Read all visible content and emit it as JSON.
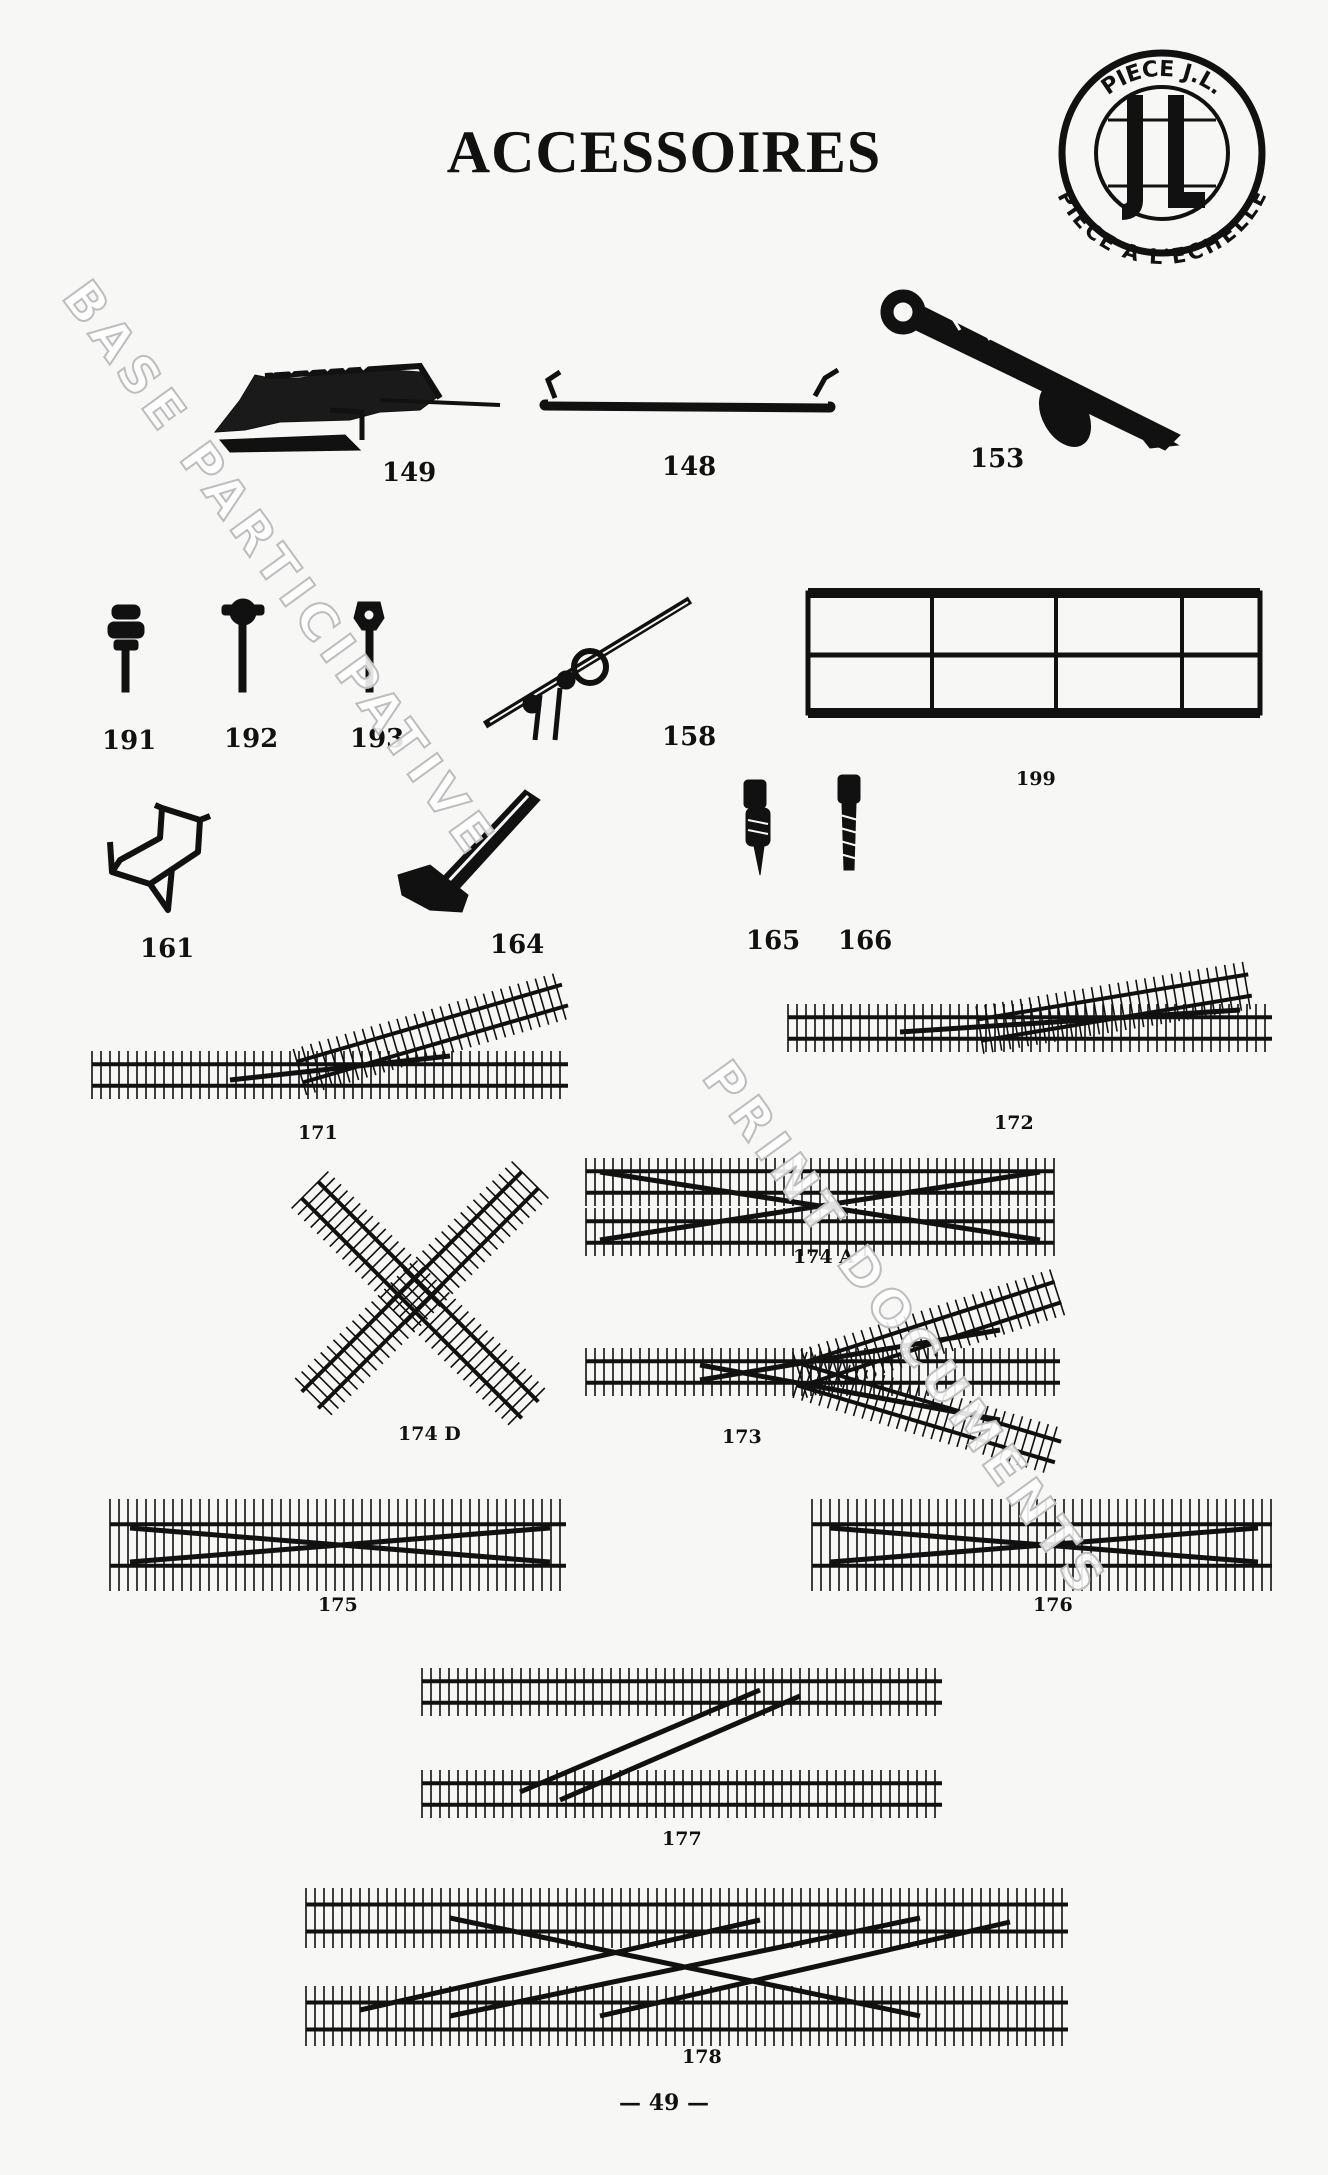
{
  "page": {
    "title": "ACCESSOIRES",
    "page_number": "— 49 —"
  },
  "logo": {
    "top_text": "PIECE J.L.",
    "bottom_text": "PIECE A L'ECHELLE",
    "monogram": "JL"
  },
  "watermark": {
    "line1": "BASE PARTICIPATIVE",
    "line2": "PRINT DOCUMENTS"
  },
  "items": {
    "i149": "149",
    "i148": "148",
    "i153": "153",
    "i191": "191",
    "i192": "192",
    "i193": "193",
    "i158": "158",
    "i199": "199",
    "i161": "161",
    "i164": "164",
    "i165": "165",
    "i166": "166",
    "i171": "171",
    "i172": "172",
    "i174A": "174 A",
    "i174D": "174 D",
    "i173": "173",
    "i175": "175",
    "i176": "176",
    "i177": "177",
    "i178": "178"
  },
  "colors": {
    "ink": "#111111",
    "paper": "#f7f7f5"
  }
}
